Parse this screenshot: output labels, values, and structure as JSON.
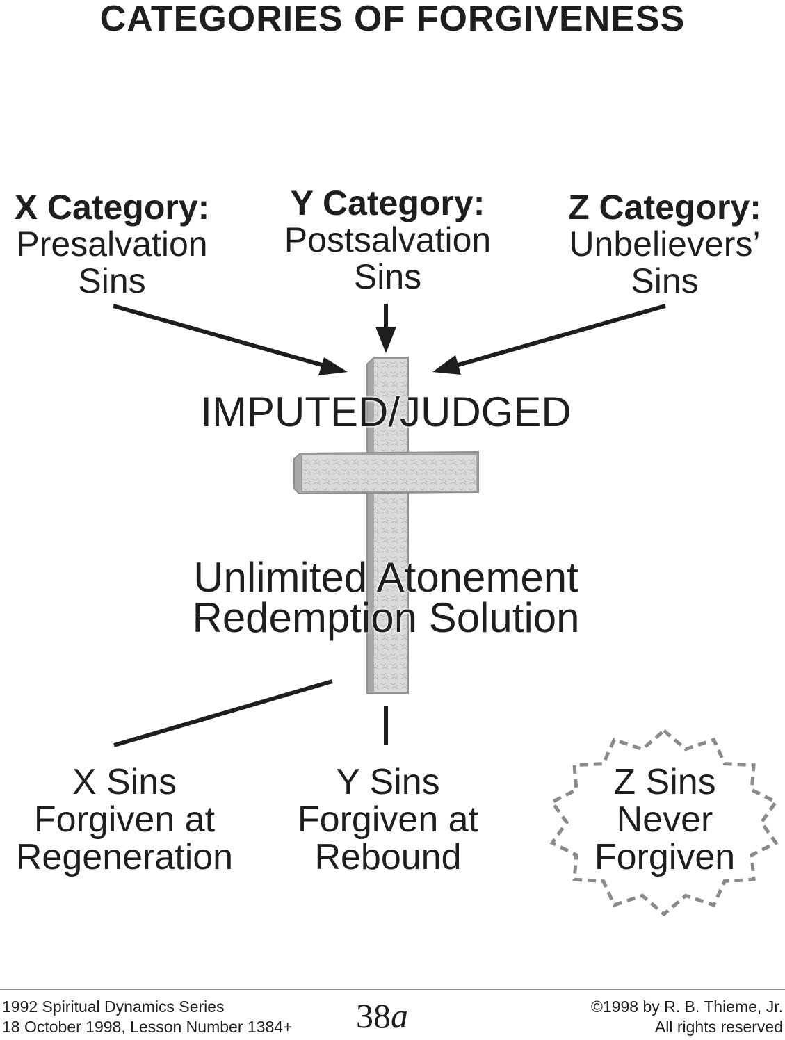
{
  "title": "CATEGORIES OF FORGIVENESS",
  "categories": [
    {
      "heading": "X Category:",
      "line1": "Presalvation",
      "line2": "Sins"
    },
    {
      "heading": "Y Category:",
      "line1": "Postsalvation",
      "line2": "Sins"
    },
    {
      "heading": "Z Category:",
      "line1": "Unbelievers’",
      "line2": "Sins"
    }
  ],
  "center": {
    "imputed": "IMPUTED/JUDGED",
    "atonement_line1": "Unlimited Atonement",
    "atonement_line2": "Redemption Solution",
    "icon": "cross-icon"
  },
  "results": [
    {
      "line1": "X Sins",
      "line2": "Forgiven at",
      "line3": "Regeneration"
    },
    {
      "line1": "Y Sins",
      "line2": "Forgiven at",
      "line3": "Rebound"
    },
    {
      "line1": "Z Sins",
      "line2": "Never",
      "line3": "Forgiven",
      "highlight": "dashed-starburst"
    }
  ],
  "footer": {
    "series": "1992 Spiritual Dynamics Series",
    "lesson": "18 October 1998, Lesson Number 1384+",
    "page_number": "38",
    "page_suffix": "a",
    "copyright": "©1998 by R. B. Thieme, Jr.",
    "rights": "All rights reserved"
  },
  "colors": {
    "ink": "#1e1e1e",
    "cross_face": "#d6d6d6",
    "cross_edge": "#9a9a9a",
    "starburst": "#8a8a8a",
    "rule": "#8a8a8a"
  }
}
